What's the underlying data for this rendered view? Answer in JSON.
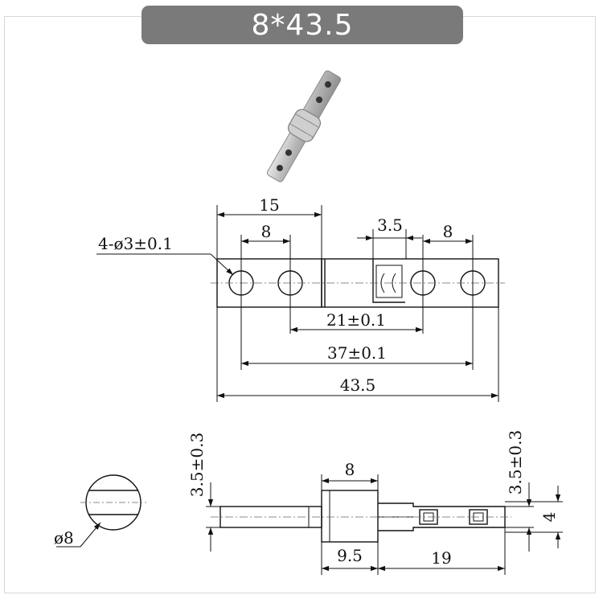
{
  "title": "8*43.5",
  "colors": {
    "title_bg": "#7a7a7a",
    "line": "#111111",
    "metal": "#b9b9b9"
  },
  "top_view": {
    "overall_length": "43.5",
    "hole_pitch_outer": "37±0.1",
    "hole_pitch_inner": "21±0.1",
    "left_leaf_length": "15",
    "left_hole_spacing": "8",
    "right_hole_spacing": "8",
    "slot_width": "3.5",
    "hole_callout": "4-ø3±0.1"
  },
  "side_view": {
    "pin_height_left": "3.5±0.3",
    "pin_height_right": "3.5±0.3",
    "barrel_width": "8",
    "barrel_offset": "9.5",
    "right_leaf_length": "19",
    "right_leaf_thickness": "4"
  },
  "end_view": {
    "diameter": "ø8"
  }
}
